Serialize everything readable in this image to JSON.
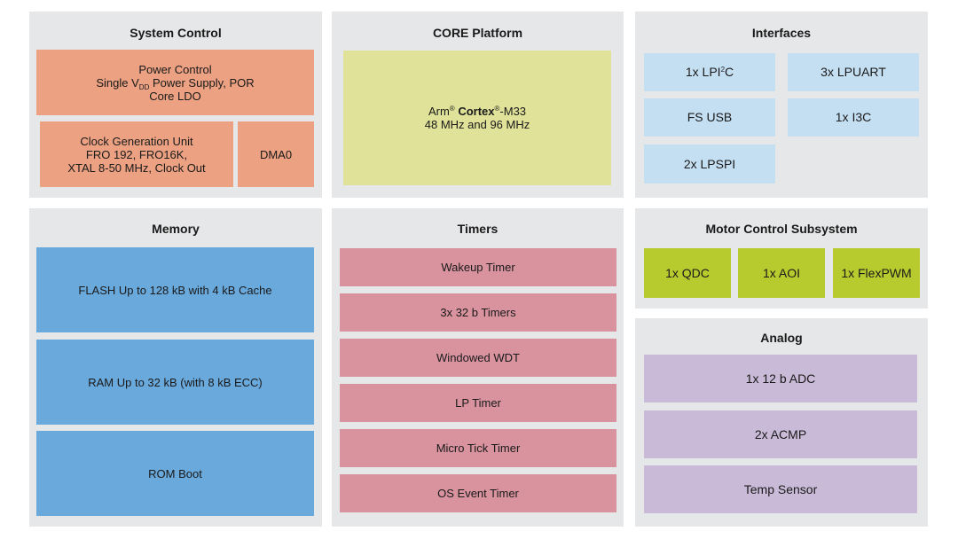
{
  "system_control": {
    "title": "System Control",
    "power": {
      "line1": "Power Control",
      "line2_pre": "Single V",
      "line2_sub": "DD",
      "line2_post": " Power Supply, POR",
      "line3": "Core LDO"
    },
    "clock": {
      "line1": "Clock Generation Unit",
      "line2": "FRO 192, FRO16K,",
      "line3": "XTAL 8-50 MHz, Clock Out"
    },
    "dma": "DMA0"
  },
  "core_platform": {
    "title": "CORE Platform",
    "arm": "Arm",
    "reg1": "®",
    "cortex": "Cortex",
    "reg2": "®",
    "model": "-M33",
    "freq": "48 MHz and 96 MHz"
  },
  "interfaces": {
    "title": "Interfaces",
    "lpi2c_pre": "1x LPI",
    "lpi2c_sup": "2",
    "lpi2c_post": "C",
    "lpuart": "3x LPUART",
    "fsusb": "FS USB",
    "i3c": "1x I3C",
    "lpspi": "2x LPSPI"
  },
  "memory": {
    "title": "Memory",
    "items": [
      "FLASH Up to 128 kB with 4 kB Cache",
      "RAM Up to 32 kB (with 8 kB ECC)",
      "ROM Boot"
    ]
  },
  "timers": {
    "title": "Timers",
    "items": [
      "Wakeup Timer",
      "3x 32 b Timers",
      "Windowed WDT",
      "LP Timer",
      "Micro Tick Timer",
      "OS Event Timer"
    ]
  },
  "motor_control": {
    "title": "Motor Control Subsystem",
    "items": [
      "1x QDC",
      "1x AOI",
      "1x FlexPWM"
    ]
  },
  "analog": {
    "title": "Analog",
    "items": [
      "1x 12 b ADC",
      "2x ACMP",
      "Temp Sensor"
    ]
  },
  "colors": {
    "panel": "#e6e7e8",
    "system_control": "#eba182",
    "core": "#dfe298",
    "interfaces": "#c5dff2",
    "memory": "#6aa9dc",
    "timers": "#d8939e",
    "motor_control": "#b8cb2e",
    "analog": "#c9bbd8"
  }
}
